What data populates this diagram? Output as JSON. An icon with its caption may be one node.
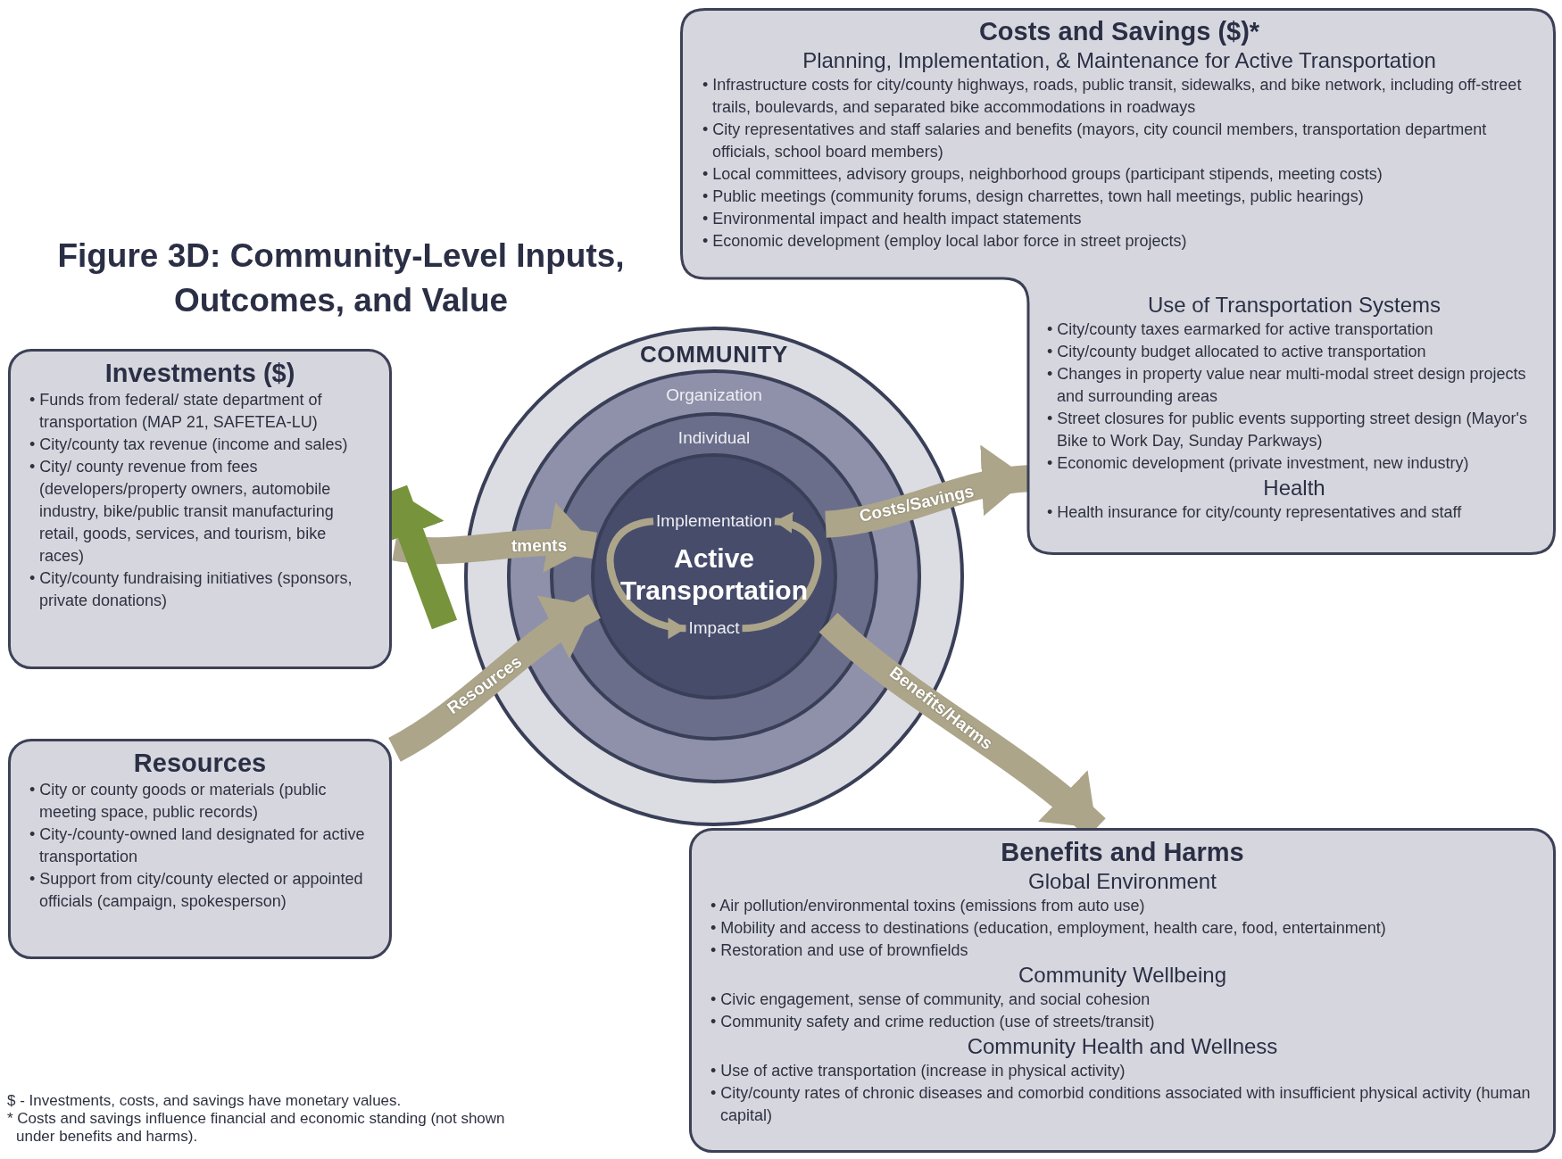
{
  "diagram": {
    "title": "Figure 3D: Community-Level Inputs, Outcomes, and Value",
    "nodes": [
      {
        "text": [
          "Investments ($)",
          "• Funds from federal/ state department of transportation (MAP 21, SAFETEA-LU)",
          "• City/county tax revenue (income and sales)",
          "• City/ county revenue from fees (developers/property owners, automobile industry, bike/public transit manufacturing retail, goods, services, and tourism, bike races)",
          "• City/county fundraising initiatives (sponsors, private donations)"
        ]
      },
      {
        "text": [
          "Resources",
          "• City or county goods or materials (public meeting space, public records)",
          "• City-/county-owned land designated for active transportation",
          "• Support from city/county elected or appointed officials (campaign, spokesperson)"
        ]
      },
      {
        "text": [
          "Costs and Savings ($)*",
          "Planning, Implementation, & Maintenance for Active Transportation",
          "• Infrastructure costs for city/county highways, roads, public transit, sidewalks, and bike network, including off-street trails, boulevards, and separated bike accommodations in roadways",
          "• City representatives and staff salaries and benefits (mayors, city council members, transportation department officials, school board members)",
          "• Local committees, advisory groups, neighborhood groups (participant stipends, meeting costs)",
          "• Public meetings (community forums, design charrettes, town hall meetings, public hearings)",
          "• Environmental impact and health impact statements",
          "• Economic development (employ local labor force in street projects)",
          "Use of Transportation Systems",
          "• City/county taxes earmarked for active transportation",
          "• City/county budget allocated to active transportation",
          "• Changes in property value near multi-modal street design projects and surrounding areas",
          "• Street closures for public events supporting street design (Mayor's Bike to Work Day, Sunday Parkways)",
          "• Economic development (private investment, new industry)",
          "Health",
          "• Health insurance for city/county representatives and staff"
        ]
      },
      {
        "text": [
          "Benefits and Harms",
          "Global Environment",
          "• Air pollution/environmental toxins (emissions from auto use)",
          "• Mobility and access to destinations (education, employment, health care, food, entertainment)",
          "• Restoration and use of brownfields",
          "Community Wellbeing",
          "• Civic engagement, sense of community, and social cohesion",
          "• Community safety and crime reduction (use of streets/transit)",
          "Community Health and Wellness",
          "• Use of active transportation (increase in physical activity)",
          "• City/county rates of chronic diseases and comorbid conditions associated with insufficient physical activity (human capital)"
        ]
      },
      {
        "text": [
          "COMMUNITY"
        ]
      },
      {
        "text": [
          "Organization"
        ],
        "in": 4
      },
      {
        "text": [
          "Individual"
        ],
        "in": 5
      },
      {
        "text": [
          "Active Transportation"
        ],
        "in": 6
      },
      {
        "text": [
          "Implementation"
        ],
        "in": 7
      },
      {
        "text": [
          "Impact"
        ],
        "in": 7
      }
    ],
    "edges": [
      {
        "from": 0,
        "to": 7,
        "arrow": "to",
        "label": "tments"
      },
      {
        "from": 1,
        "to": 7,
        "arrow": "to",
        "label": "Resources"
      },
      {
        "from": 7,
        "to": 2,
        "arrow": "to",
        "label": "Costs/Savings"
      },
      {
        "from": 7,
        "to": 3,
        "arrow": "to",
        "label": "Benefits/Harms"
      },
      {
        "from": 8,
        "to": 9,
        "arrow": "to"
      },
      {
        "from": 9,
        "to": 8,
        "arrow": "to"
      },
      {
        "from": null,
        "to": 0,
        "arrow": "to",
        "color": "#77933c"
      }
    ],
    "labels": [
      "$ - Investments, costs, and savings have monetary values.",
      "* Costs and savings influence financial and economic standing (not shown under benefits and harms)."
    ]
  }
}
